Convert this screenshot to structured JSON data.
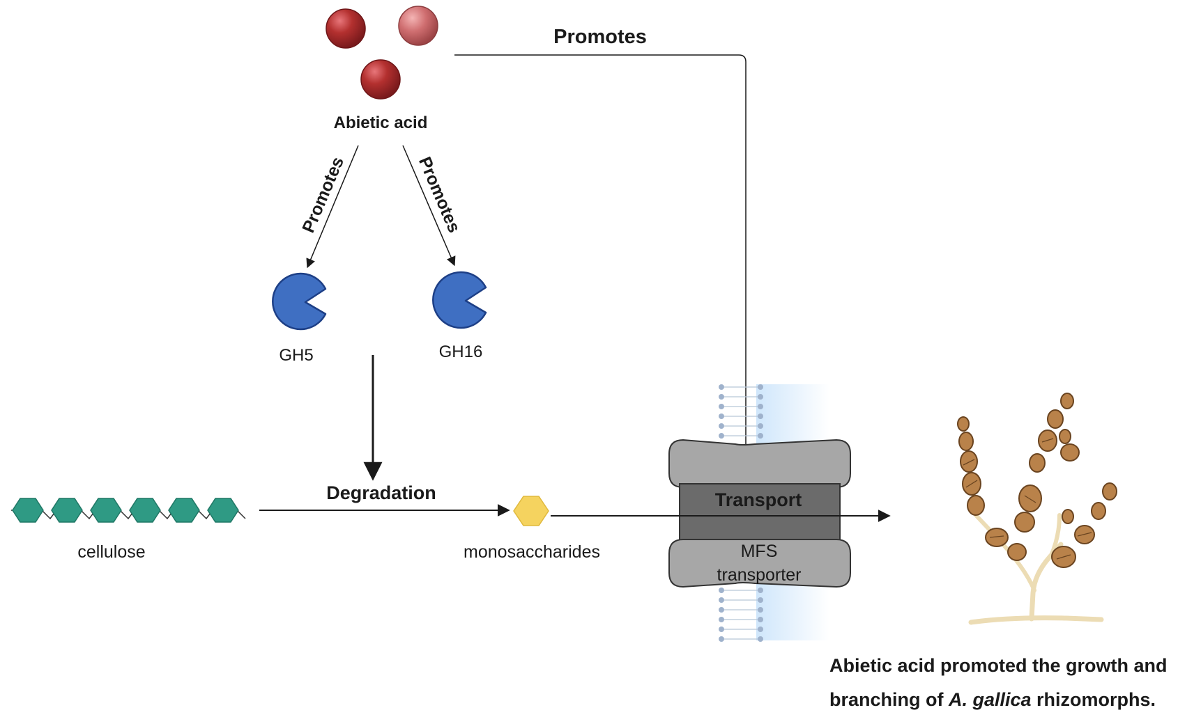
{
  "labels": {
    "abietic_acid": "Abietic acid",
    "promotes_top": "Promotes",
    "promotes_left": "Promotes",
    "promotes_right": "Promotes",
    "gh5": "GH5",
    "gh16": "GH16",
    "degradation": "Degradation",
    "cellulose": "cellulose",
    "monosaccharides": "monosaccharides",
    "transport": "Transport",
    "mfs_line1": "MFS",
    "mfs_line2": "transporter"
  },
  "caption": {
    "line1": "Abietic acid promoted the growth and",
    "line2_prefix": "branching of ",
    "line2_species": "A. gallica",
    "line2_suffix": " rhizomorphs."
  },
  "colors": {
    "abietic_dark": "#a32a2c",
    "abietic_light": "#c9676a",
    "enzyme_blue": "#3f6fc2",
    "cellulose_teal": "#2f9a84",
    "monosaccharide_yellow": "#f5d35f",
    "transporter_gray": "#a7a7a7",
    "transporter_dark": "#6b6b6b",
    "membrane_blue": "#dcefff",
    "rhizomorph_brown": "#b9824a",
    "hypha_cream": "#ecdcb4"
  }
}
